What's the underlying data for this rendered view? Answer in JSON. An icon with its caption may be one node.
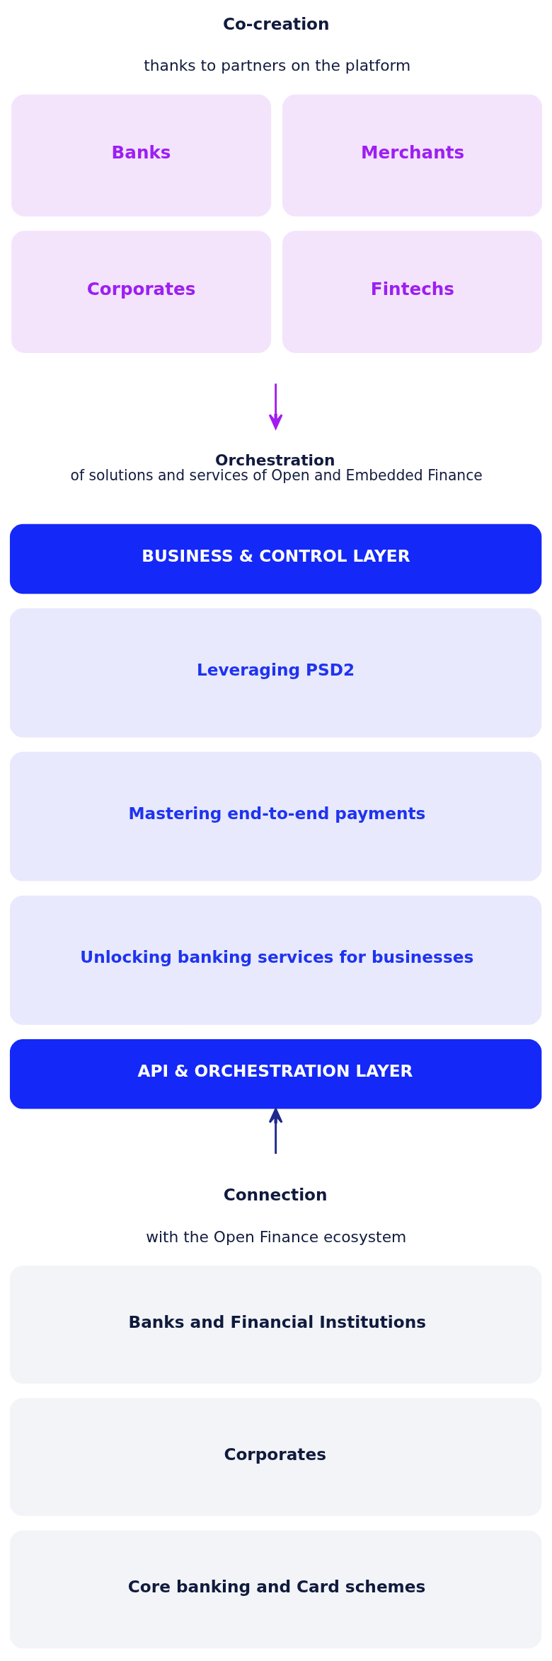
{
  "diagram": {
    "nodes": [
      {
        "text": [
          "Banks"
        ]
      },
      {
        "text": [
          "Merchants"
        ]
      },
      {
        "text": [
          "Corporates"
        ]
      },
      {
        "text": [
          "Fintechs"
        ]
      },
      {
        "text": [
          "Orchestration",
          "of solutions and services of Open and Embedded Finance"
        ]
      },
      {
        "text": [
          "BUSINESS & CONTROL LAYER"
        ]
      },
      {
        "text": [
          "Leveraging PSD2"
        ]
      },
      {
        "text": [
          "Mastering end-to-end payments"
        ]
      },
      {
        "text": [
          "Unlocking banking services for businesses"
        ]
      },
      {
        "text": [
          "API & ORCHESTRATION LAYER"
        ]
      },
      {
        "text": [
          "Banks and Financial Institutions"
        ]
      },
      {
        "text": [
          "Corporates"
        ]
      },
      {
        "text": [
          "Core banking and Card schemes"
        ]
      }
    ],
    "edges": [
      {
        "from": null,
        "to": 4,
        "arrow": "to",
        "color": "#a21cf0"
      },
      {
        "from": null,
        "to": 9,
        "arrow": "to",
        "color": "#1e2a8c"
      }
    ],
    "labels": [
      "Co-creation",
      "thanks to partners on the platform",
      "Connection",
      "with the Open Finance ecosystem"
    ]
  }
}
